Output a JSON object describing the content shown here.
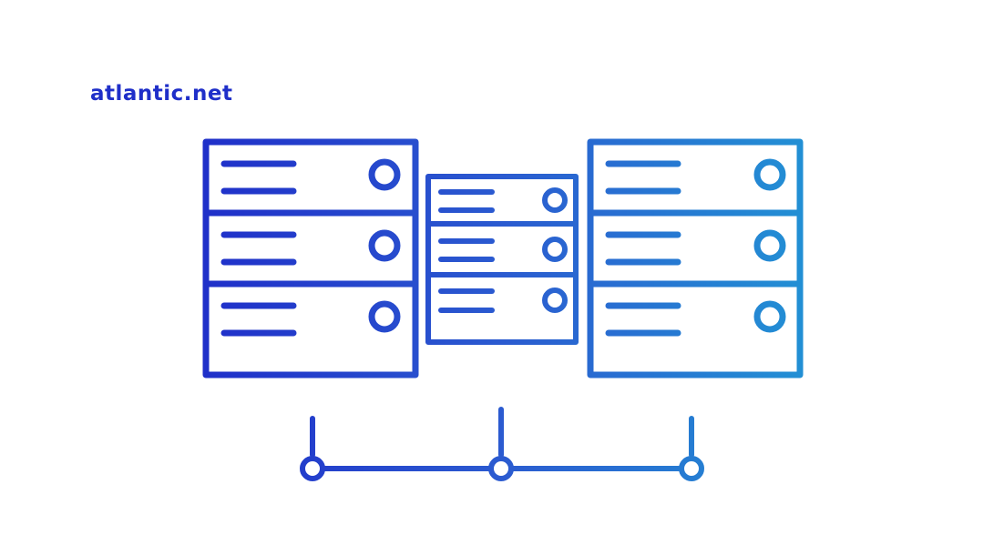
{
  "brand": {
    "logo_text": "atlantic.net"
  },
  "colors": {
    "deep_blue": "#1f2fc9",
    "mid_blue": "#2b5bd0",
    "light_blue": "#2290d4",
    "background": "#ffffff"
  },
  "illustration": {
    "racks": [
      {
        "name": "left-server-rack",
        "units": 3,
        "icon": "power-icon"
      },
      {
        "name": "center-server-rack",
        "units": 3,
        "icon": "power-icon"
      },
      {
        "name": "right-server-rack",
        "units": 3,
        "icon": "power-icon"
      }
    ],
    "network": {
      "nodes": 3,
      "icon": "network-node-icon"
    }
  }
}
